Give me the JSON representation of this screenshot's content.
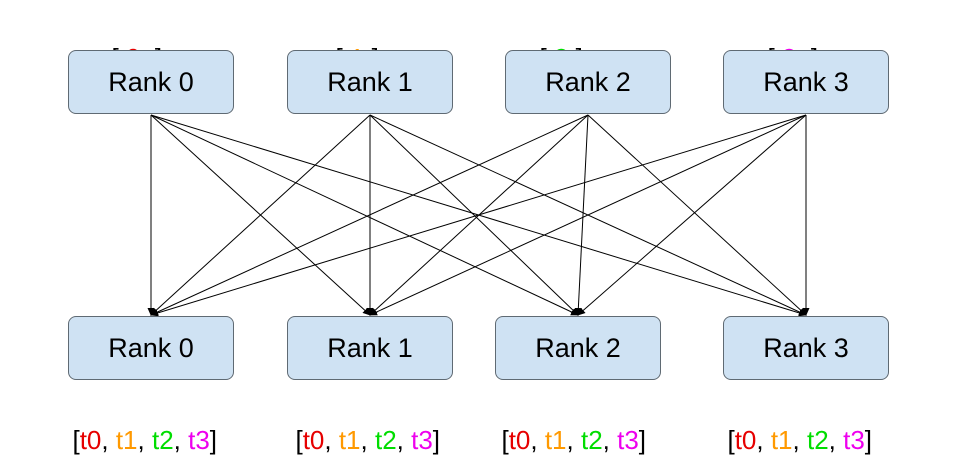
{
  "colors": {
    "box_fill": "#cfe2f3",
    "box_border": "#5f6a73",
    "t0": "#e60000",
    "t1": "#ff9900",
    "t2": "#00dd00",
    "t3": "#ee00ee"
  },
  "top_ranks": [
    {
      "label": "Rank 0",
      "tensor": "t0",
      "tensor_color": "#e60000",
      "suffix": ", ]"
    },
    {
      "label": "Rank 1",
      "tensor": "t1",
      "tensor_color": "#ff9900",
      "suffix": ",]"
    },
    {
      "label": "Rank 2",
      "tensor": "t2",
      "tensor_color": "#00dd00",
      "suffix": ",]"
    },
    {
      "label": "Rank 3",
      "tensor": "t3",
      "tensor_color": "#ee00ee",
      "suffix": ", ]"
    }
  ],
  "bottom_ranks": [
    {
      "label": "Rank 0"
    },
    {
      "label": "Rank 1"
    },
    {
      "label": "Rank 2"
    },
    {
      "label": "Rank 3"
    }
  ],
  "gathered_tensors": [
    "t0",
    "t1",
    "t2",
    "t3"
  ],
  "bracket_open": "[",
  "bracket_close": "]",
  "separator": ", "
}
